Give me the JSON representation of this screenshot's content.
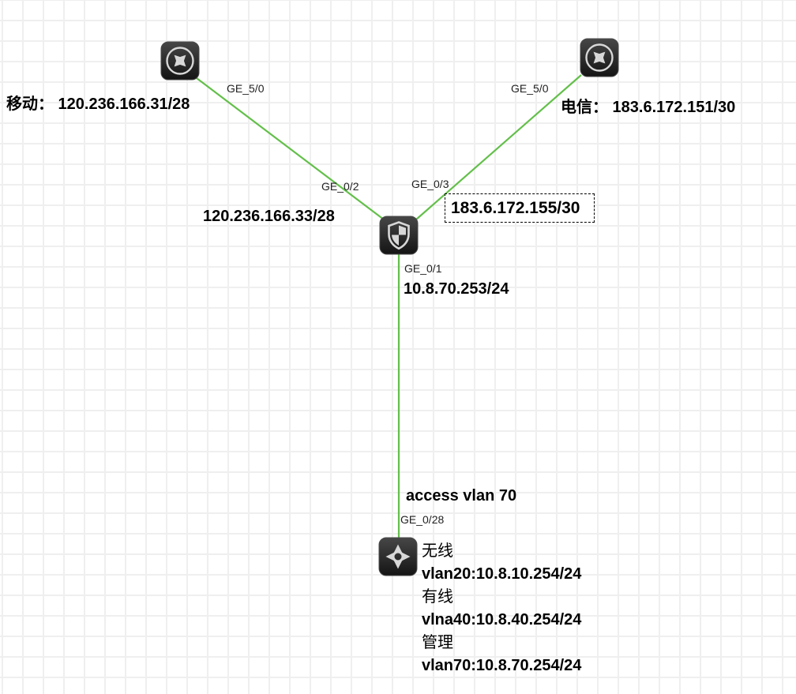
{
  "diagram": {
    "colors": {
      "link_green": "#63bf4a",
      "grid_line": "#efefef",
      "device_body": "#2d2d2d",
      "device_glyph": "#d8d8d8"
    },
    "links": [
      {
        "from": "router_mobile",
        "to": "firewall"
      },
      {
        "from": "router_telecom",
        "to": "firewall"
      },
      {
        "from": "firewall",
        "to": "switch"
      }
    ]
  },
  "devices": {
    "router_mobile": {
      "icon": "router-icon",
      "caption": "移动： 120.236.166.31/28",
      "port_label": "GE_5/0"
    },
    "router_telecom": {
      "icon": "router-icon",
      "caption": "电信： 183.6.172.151/30",
      "port_label": "GE_5/0"
    },
    "firewall": {
      "icon": "firewall-icon",
      "port_ge02": "GE_0/2",
      "ip_ge02": "120.236.166.33/28",
      "port_ge03": "GE_0/3",
      "ip_ge03": "183.6.172.155/30",
      "port_ge01": "GE_0/1",
      "ip_ge01": "10.8.70.253/24"
    },
    "switch": {
      "icon": "switch-icon",
      "vlan_note": "access vlan 70",
      "port_label": "GE_0/28",
      "info_lines": [
        "无线",
        "vlan20:10.8.10.254/24",
        "有线",
        "vlna40:10.8.40.254/24",
        "管理",
        "vlan70:10.8.70.254/24"
      ]
    }
  }
}
